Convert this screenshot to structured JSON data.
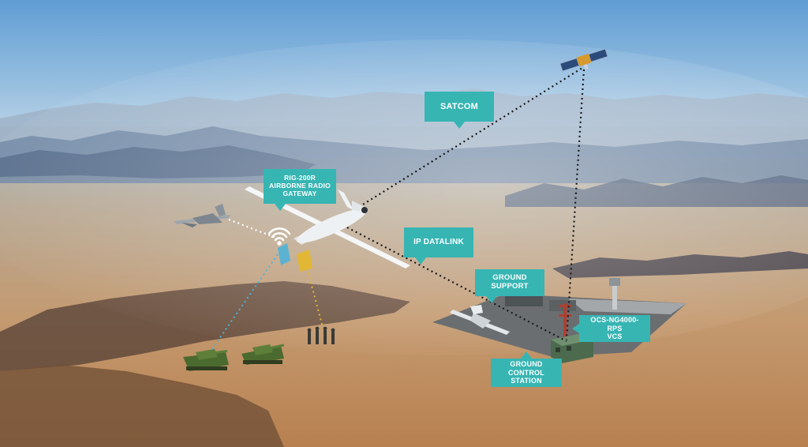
{
  "labels": {
    "satcom": "SATCOM",
    "gateway": "RIG-200R\nAIRBORNE RADIO\nGATEWAY",
    "ip_datalink": "IP DATALINK",
    "ground_support": "GROUND SUPPORT",
    "vcs": "OCS-NG4000-RPS\nVCS",
    "gcs": "GROUND CONTROL\nSTATION"
  },
  "colors": {
    "callout": "#36b5b3",
    "sky_top": "#6fa6d8",
    "sky_horizon": "#c9ddea",
    "desert": "#c79a6c",
    "link_line": "#1a1a1a",
    "wifi": "#ffffff",
    "radio_cone": "#e2b735",
    "data_cone": "#4fb3d8"
  },
  "icons": [
    "satellite-icon",
    "drone-icon",
    "fighter-jet-icon",
    "tank-icon",
    "soldiers-icon",
    "control-tower-icon",
    "ground-station-icon",
    "wifi-icon"
  ]
}
